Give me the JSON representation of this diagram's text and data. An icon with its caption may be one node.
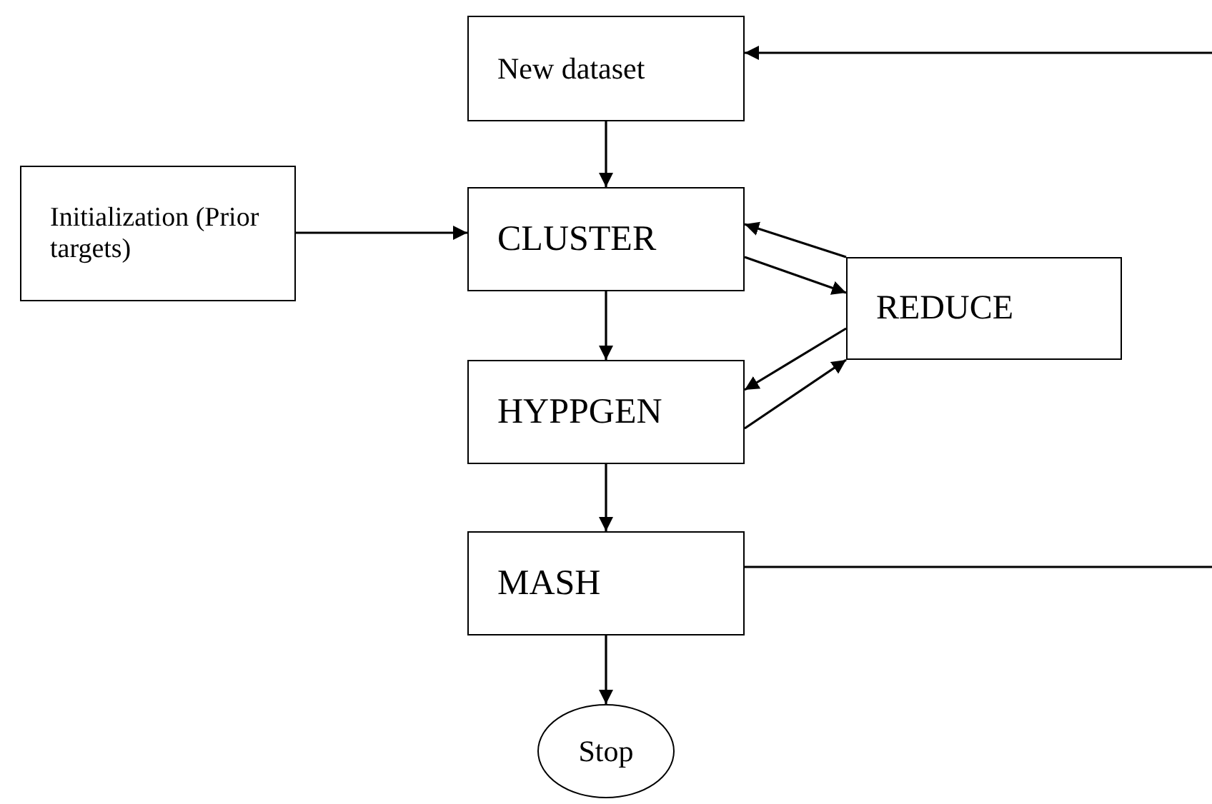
{
  "diagram": {
    "nodes": [
      {
        "text": [
          "New dataset"
        ]
      },
      {
        "text": [
          "Initialization (Prior targets)"
        ]
      },
      {
        "text": [
          "CLUSTER"
        ]
      },
      {
        "text": [
          "REDUCE"
        ]
      },
      {
        "text": [
          "HYPPGEN"
        ]
      },
      {
        "text": [
          "MASH"
        ]
      },
      {
        "text": [
          "Stop"
        ]
      }
    ],
    "edges": [
      {
        "from": 0,
        "to": 2,
        "arrow": "to"
      },
      {
        "from": 1,
        "to": 2,
        "arrow": "to"
      },
      {
        "from": 3,
        "to": 2,
        "arrow": "to"
      },
      {
        "from": 2,
        "to": 3,
        "arrow": "to"
      },
      {
        "from": 3,
        "to": 4,
        "arrow": "to"
      },
      {
        "from": 4,
        "to": 3,
        "arrow": "to"
      },
      {
        "from": 2,
        "to": 4,
        "arrow": "to"
      },
      {
        "from": 4,
        "to": 5,
        "arrow": "to"
      },
      {
        "from": 5,
        "to": 6,
        "arrow": "to"
      },
      {
        "from": 5,
        "to": 0,
        "arrow": "to"
      }
    ]
  }
}
